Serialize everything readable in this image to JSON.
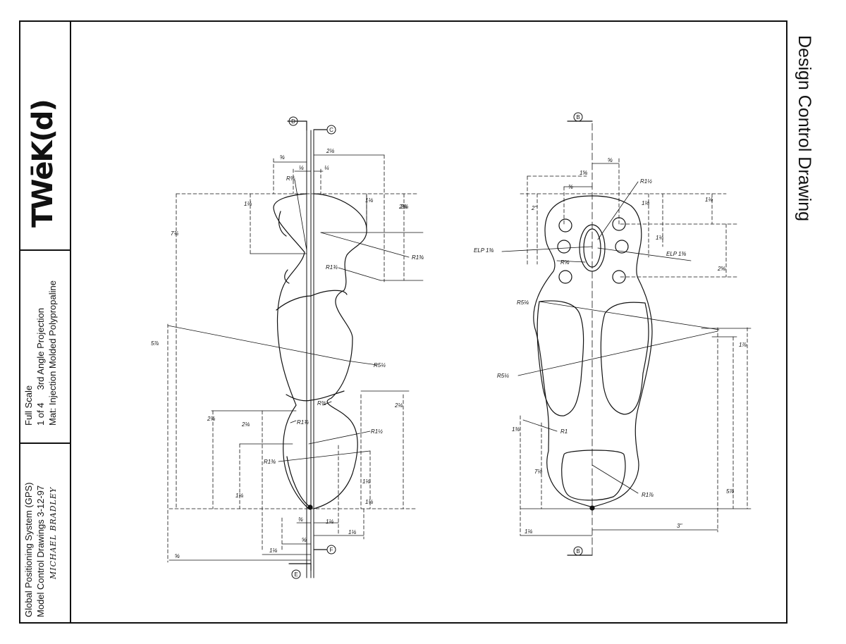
{
  "title_block": {
    "logo": "TWēK(d)",
    "scale": "Full Scale",
    "sheet_and_projection": "1 of 4     3rd Angle Projection",
    "material": "Mat: Injection Molded Polypropaline",
    "project": "Global Positioning System (GPS)",
    "drawing_set": "Model Control Drawings 3-12-97",
    "author": "MICHAEL BRADLEY"
  },
  "document_title": "Design Control Drawing",
  "section_markers": {
    "top_left": "D",
    "top_mid": "C",
    "top_right": "B",
    "bottom_left": "E",
    "bottom_mid": "F",
    "bottom_right": "B"
  },
  "left_view": {
    "radii": [
      "R⅜",
      "R1¾",
      "R1⅜",
      "R5¼",
      "R⅜",
      "R1¾",
      "R1⅜",
      "R1½"
    ],
    "dims_top": [
      "⅝",
      "⅛",
      "¼",
      "2⅛"
    ],
    "dims_side": [
      "1⅛",
      "7¾",
      "1⅛",
      "2⅛",
      "5⅞",
      "2⅛",
      "2⅛",
      "1⅛",
      "1⅛"
    ],
    "dims_bottom": [
      "⅜",
      "⅝",
      "1⅛",
      "⅝",
      "1⅛",
      "1⅛"
    ],
    "dims_right": [
      "2⅛",
      "2⅛",
      "1⅛"
    ]
  },
  "right_view": {
    "radii": [
      "R1½",
      "R⅝",
      "R5⅛",
      "R5¼",
      "R1",
      "R1⅞"
    ],
    "callouts": [
      "ELP 1⅜",
      "ELP 1⅜"
    ],
    "dims_top": [
      "⅜",
      "1⅝",
      "⅝"
    ],
    "dims_side": [
      "2\"",
      "1⅛",
      "1⅛",
      "1¼",
      "2⅝",
      "1⅞",
      "5⅞",
      "7⅛",
      "1⅜"
    ],
    "dims_bottom": [
      "3\"",
      "1⅛"
    ]
  },
  "colors": {
    "ink": "#111111",
    "paper": "#ffffff"
  }
}
